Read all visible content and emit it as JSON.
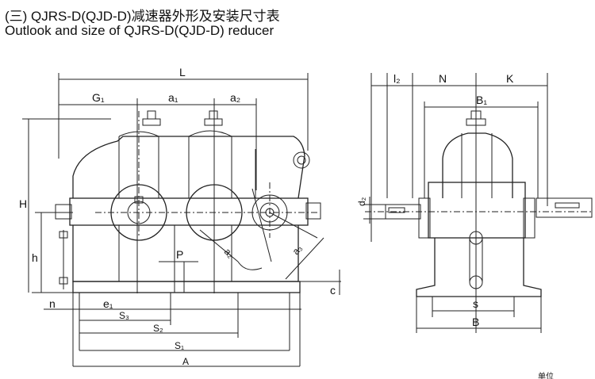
{
  "title": {
    "line1": "(三) QJRS-D(QJD-D)减速器外形及安装尺寸表",
    "line2": "Outlook and size of QJRS-D(QJD-D) reducer"
  },
  "front_view": {
    "dims": {
      "L": "L",
      "G1": "G₁",
      "a1": "a₁",
      "a2": "a₂",
      "H": "H",
      "h": "h",
      "n": "n",
      "e1": "e₁",
      "P": "P",
      "S3": "S₃",
      "S2": "S₂",
      "S1": "S₁",
      "A": "A",
      "c": "c",
      "a2_diag": "a₂",
      "a3_diag": "a₃"
    }
  },
  "side_view": {
    "dims": {
      "l2": "l₂",
      "N": "N",
      "K": "K",
      "B1": "B₁",
      "d2": "d₂",
      "s": "s",
      "B": "B"
    }
  },
  "footer": {
    "unit_fragment": "单位"
  }
}
